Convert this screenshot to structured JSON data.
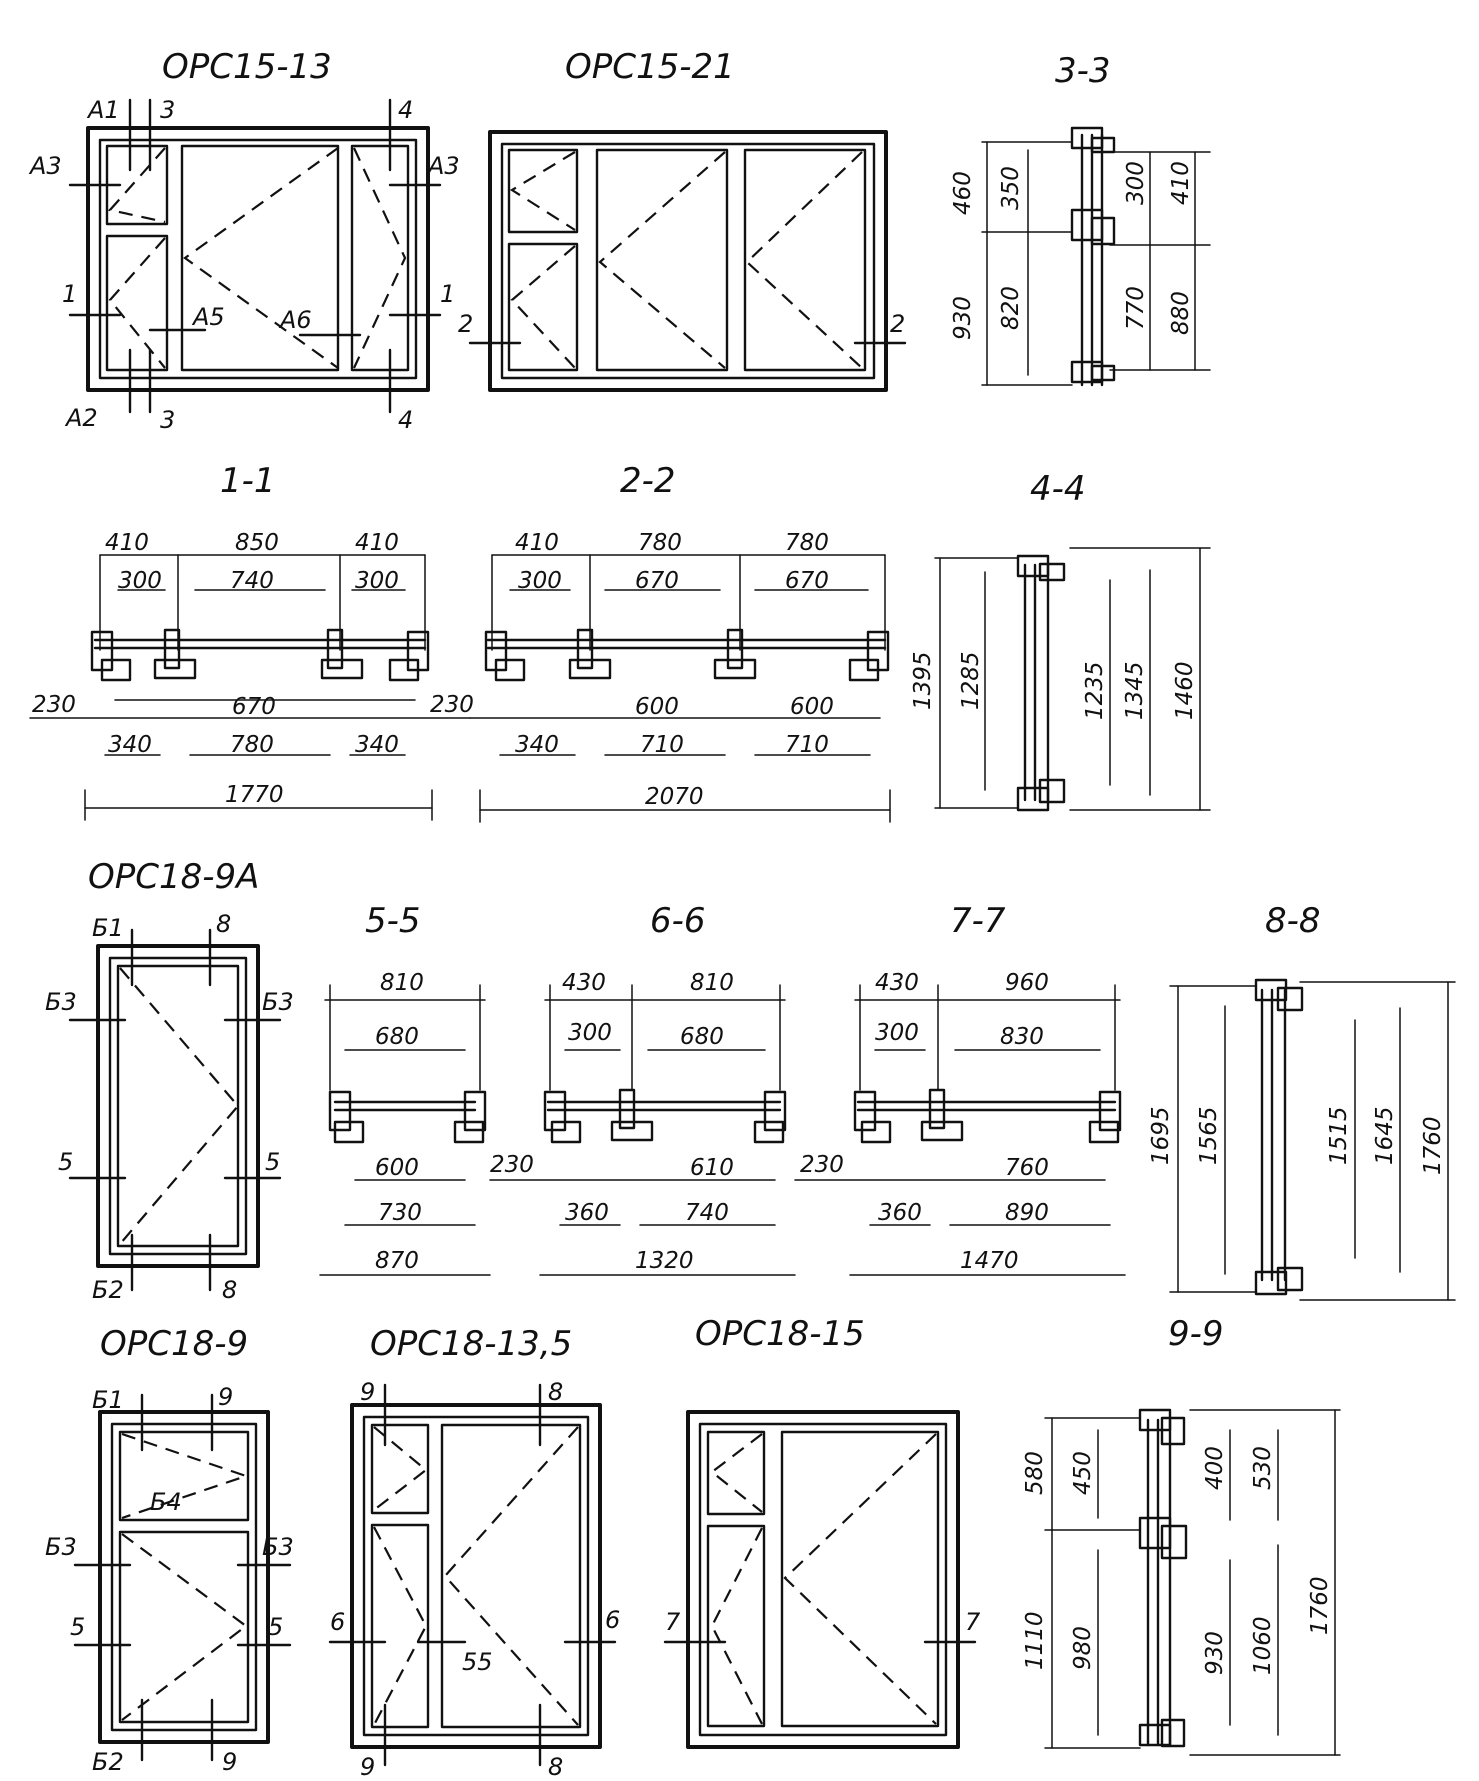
{
  "titles": {
    "opc15_13": "ОРС15-13",
    "opc15_21": "ОРС15-21",
    "s33": "3-3",
    "s11": "1-1",
    "s22": "2-2",
    "s44": "4-4",
    "opc18_9a": "ОРС18-9А",
    "s55": "5-5",
    "s66": "6-6",
    "s77": "7-7",
    "s88": "8-8",
    "opc18_9": "ОРС18-9",
    "opc18_135": "ОРС18-13,5",
    "opc18_15": "ОРС18-15",
    "s99": "9-9"
  },
  "markers": {
    "A1": "А1",
    "A2": "А2",
    "A3": "А3",
    "A5": "А5",
    "A6": "А6",
    "B1": "Б1",
    "B2": "Б2",
    "B3": "Б3",
    "B4": "Б4",
    "n1": "1",
    "n2": "2",
    "n3": "3",
    "n4": "4",
    "n5": "5",
    "n6": "6",
    "n7": "7",
    "n8": "8",
    "n9": "9",
    "n55": "55"
  },
  "dims": {
    "s33": [
      "460",
      "350",
      "300",
      "410",
      "930",
      "820",
      "770",
      "880"
    ],
    "s11": [
      "410",
      "850",
      "410",
      "300",
      "740",
      "300",
      "230",
      "670",
      "340",
      "780",
      "340",
      "1770"
    ],
    "s22": [
      "410",
      "780",
      "780",
      "300",
      "670",
      "670",
      "230",
      "600",
      "600",
      "340",
      "710",
      "710",
      "2070"
    ],
    "s44": [
      "1395",
      "1285",
      "1235",
      "1345",
      "1460"
    ],
    "s55": [
      "810",
      "680",
      "600",
      "730",
      "870"
    ],
    "s66": [
      "430",
      "810",
      "300",
      "680",
      "230",
      "610",
      "360",
      "740",
      "1320"
    ],
    "s77": [
      "430",
      "960",
      "300",
      "830",
      "230",
      "760",
      "360",
      "890",
      "1470"
    ],
    "s88": [
      "1695",
      "1565",
      "1515",
      "1645",
      "1760"
    ],
    "s99": [
      "580",
      "450",
      "400",
      "530",
      "1110",
      "980",
      "930",
      "1060",
      "1760"
    ]
  }
}
